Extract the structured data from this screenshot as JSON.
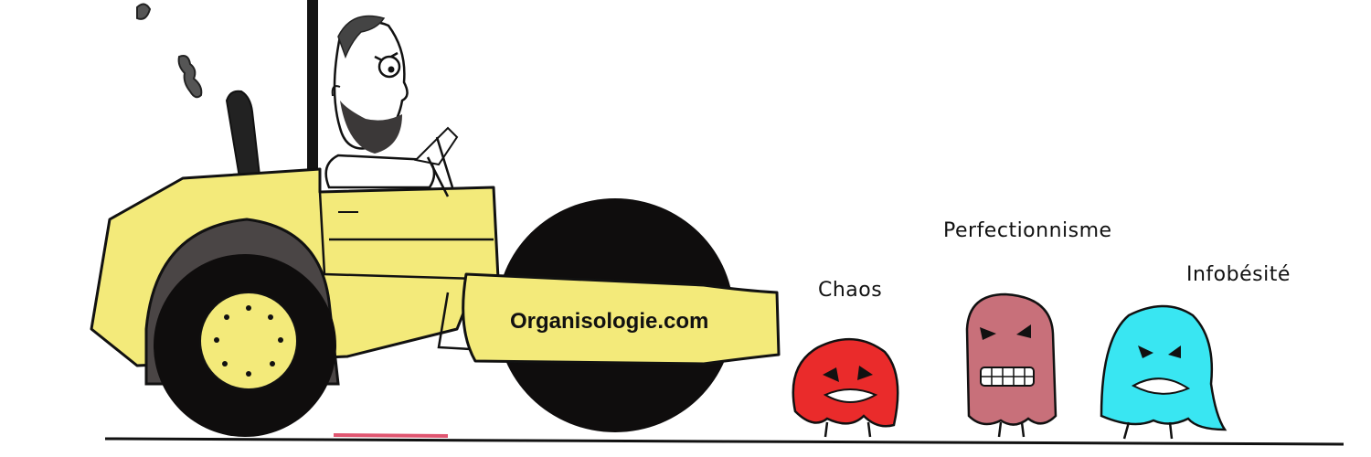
{
  "roller": {
    "brand_text": "Organisologie.com",
    "body_color": "#f3ea7a",
    "drum_color": "#0f0d0d"
  },
  "monsters": [
    {
      "label": "Chaos",
      "color": "#ea2b2b"
    },
    {
      "label": "Perfectionnisme",
      "color": "#c8707a"
    },
    {
      "label": "Infobésité",
      "color": "#39e6f2"
    }
  ]
}
